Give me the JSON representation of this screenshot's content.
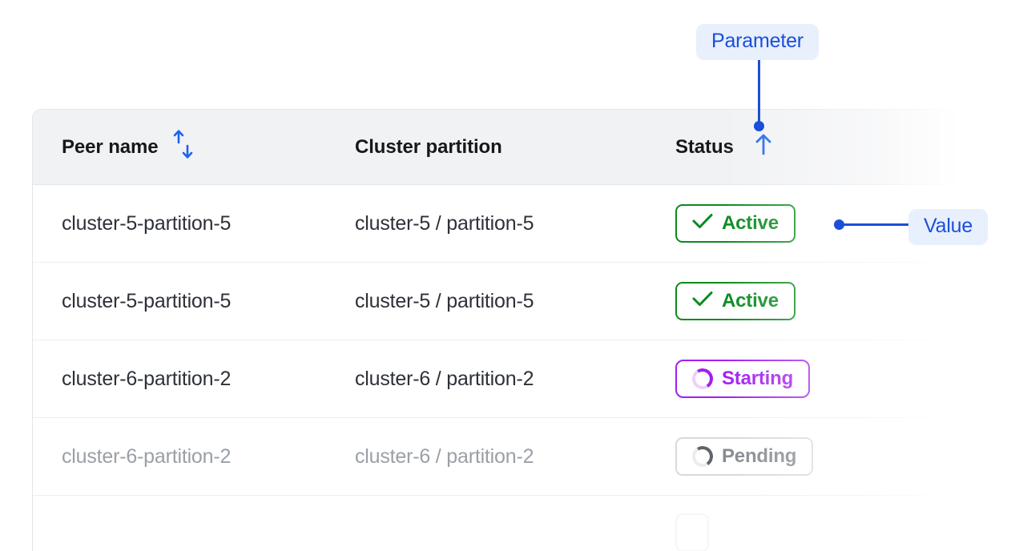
{
  "table": {
    "columns": [
      {
        "label": "Peer name",
        "sort_icon": "sort-both-icon"
      },
      {
        "label": "Cluster partition",
        "sort_icon": null
      },
      {
        "label": "Status",
        "sort_icon": "sort-asc-icon"
      }
    ],
    "rows": [
      {
        "peer_name": "cluster-5-partition-5",
        "cluster_partition": "cluster-5 / partition-5",
        "status": "Active",
        "status_kind": "active",
        "status_icon": "check-icon",
        "muted": false
      },
      {
        "peer_name": "cluster-5-partition-5",
        "cluster_partition": "cluster-5 / partition-5",
        "status": "Active",
        "status_kind": "active",
        "status_icon": "check-icon",
        "muted": false
      },
      {
        "peer_name": "cluster-6-partition-2",
        "cluster_partition": "cluster-6 / partition-2",
        "status": "Starting",
        "status_kind": "starting",
        "status_icon": "spinner-icon",
        "muted": false
      },
      {
        "peer_name": "cluster-6-partition-2",
        "cluster_partition": "cluster-6 / partition-2",
        "status": "Pending",
        "status_kind": "pending",
        "status_icon": "spinner-icon",
        "muted": true
      }
    ]
  },
  "annotations": {
    "parameter_label": "Parameter",
    "value_label": "Value"
  },
  "colors": {
    "accent_blue": "#1b4fd8",
    "callout_bg": "#e8effd",
    "active_green": "#0a8a1e",
    "starting_purple": "#a21ff0",
    "pending_gray": "#85898f",
    "header_bg": "#f1f2f4",
    "border": "#e3e5e8"
  }
}
